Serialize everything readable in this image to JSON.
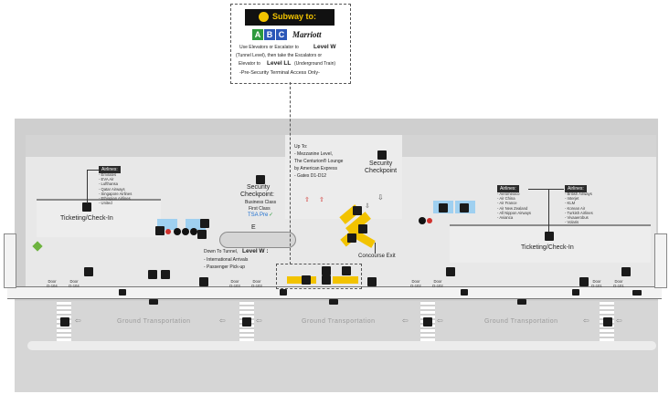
{
  "sign": {
    "title": "Subway to:",
    "lines": [
      "A",
      "B",
      "C"
    ],
    "line_colors": [
      "#2d9a3e",
      "#2b57b8",
      "#2b57b8"
    ],
    "brand": "Marriott",
    "text1": "Use Elevators or Escalator to",
    "text1_level": "Level W",
    "text2": "(Tunnel Level), then take the Escalators or",
    "text3": "Elevator to",
    "text3_level": "Level LL",
    "text3_tail": "(Underground Train)",
    "note": "-Pre-Security Terminal Access Only-"
  },
  "airlines_left": {
    "header": "Airlines:",
    "items": [
      "- Emirates",
      "- EVA Air",
      "- Lufthansa",
      "- Qatar Airways",
      "- Singapore Airlines",
      "- Ethiopian Airlines",
      "- United"
    ]
  },
  "airlines_right1": {
    "header": "Airlines:",
    "items": [
      "- Aeromexico",
      "- Air China",
      "- Air France",
      "- Air New Zealand",
      "- All Nippon Airways",
      "- Avianca"
    ]
  },
  "airlines_right2": {
    "header": "Airlines:",
    "items": [
      "- British Airways",
      "- Interjet",
      "- KLM",
      "- Korean Air",
      "- Turkish Airlines",
      "- Vivaaerobus",
      "- Volaris"
    ]
  },
  "labels": {
    "ticketing_left": "Ticketing/Check-In",
    "ticketing_right": "Ticketing/Check-In",
    "security_center_title": "Security",
    "security_center_title2": "Checkpoint:",
    "security_center_l1": "Business Class",
    "security_center_l2": "First Class",
    "security_center_l3": "TSA Pre",
    "security_right_title": "Security",
    "security_right_title2": "Checkpoint",
    "upto_title": "Up To:",
    "upto_l1": "- Mezzanine Level,",
    "upto_l2": "The Centurion® Lounge",
    "upto_l3": "by American Express",
    "upto_l4": "- Gates D1-D12",
    "down_l1": "Down To Tunnel,",
    "down_level": "Level W :",
    "down_l2": "- International Arrivals",
    "down_l3": "- Passenger Pick-up",
    "concourse_exit": "Concourse Exit",
    "ground1": "Ground Transportation",
    "ground2": "Ground Transportation",
    "ground3": "Ground Transportation",
    "elevator_letter": "E"
  },
  "doors": [
    {
      "l1": "Door",
      "l2": "D-104"
    },
    {
      "l1": "Door",
      "l2": "D-104"
    },
    {
      "l1": "Door",
      "l2": "D-103"
    },
    {
      "l1": "Door",
      "l2": "D-103"
    },
    {
      "l1": "Door",
      "l2": "D-102"
    },
    {
      "l1": "Door",
      "l2": "D-102"
    },
    {
      "l1": "Door",
      "l2": "D-101"
    },
    {
      "l1": "Door",
      "l2": "D-101"
    }
  ],
  "colors": {
    "floor": "#e6e6e6",
    "wall": "#cfcfcf",
    "escalator": "#f2c300",
    "accent_blue": "#1e6fd0",
    "tsa_green": "#3aa04a"
  }
}
